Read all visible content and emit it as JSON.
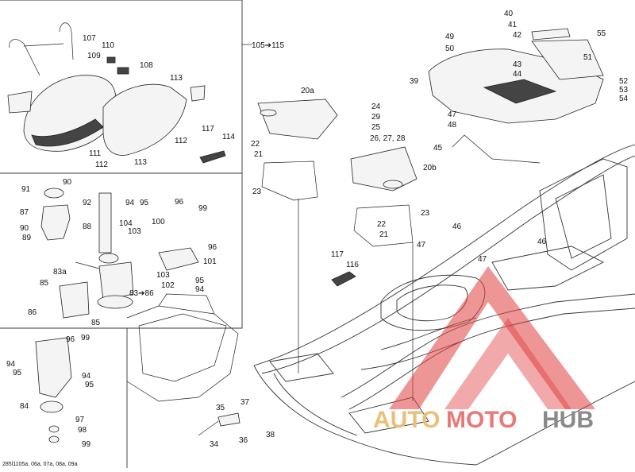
{
  "callouts": {
    "c107": "107",
    "c110": "110",
    "c109": "109",
    "c108": "108",
    "c113a": "113",
    "c113b": "113",
    "c111": "111",
    "c112a": "112",
    "c112b": "112",
    "c117a": "117",
    "c114": "114",
    "c105": "105➔115",
    "c20a": "20a",
    "c20b": "20b",
    "c22a": "22",
    "c21a": "21",
    "c23a": "23",
    "c22b": "22",
    "c21b": "21",
    "c23b": "23",
    "c24": "24",
    "c29": "29",
    "c25": "25",
    "c262728": "26, 27, 28",
    "c40": "40",
    "c41": "41",
    "c42": "42",
    "c49": "49",
    "c50": "50",
    "c55": "55",
    "c51": "51",
    "c43": "43",
    "c44": "44",
    "c39": "39",
    "c52": "52",
    "c53": "53",
    "c54": "54",
    "c47a": "47",
    "c48": "48",
    "c45": "45",
    "c90a": "90",
    "c91": "91",
    "c87": "87",
    "c90b": "90",
    "c89": "89",
    "c92": "92",
    "c88": "88",
    "c94a": "94",
    "c95a": "95",
    "c104": "104",
    "c103a": "103",
    "c96a": "96",
    "c99a": "99",
    "c100": "100",
    "c96b": "96",
    "c101": "101",
    "c83a": "83a",
    "c85a": "85",
    "c86": "86",
    "c85b": "85",
    "c83b": "83➔86",
    "c103b": "103",
    "c102": "102",
    "c95b": "95",
    "c94b": "94",
    "c47b": "47",
    "c46a": "46",
    "c47c": "47",
    "c46b": "46",
    "c117b": "117",
    "c116": "116",
    "c96c": "96",
    "c99b": "99",
    "c94c": "94",
    "c95c": "95",
    "c94d": "94",
    "c95d": "95",
    "c84": "84",
    "c97": "97",
    "c98": "98",
    "c99c": "99",
    "c35": "35",
    "c37": "37",
    "c36": "36",
    "c38": "38",
    "c34": "34"
  },
  "footer_code": "285l1105a, 06a, 07a, 08a, 09a",
  "watermark": {
    "part1": "AUTO",
    "part2": "MOTO",
    "part3": "HUB"
  },
  "colors": {
    "watermark_red": "#e04040",
    "watermark_gold": "#e9c07a",
    "watermark_grey": "#8a8a8a"
  }
}
